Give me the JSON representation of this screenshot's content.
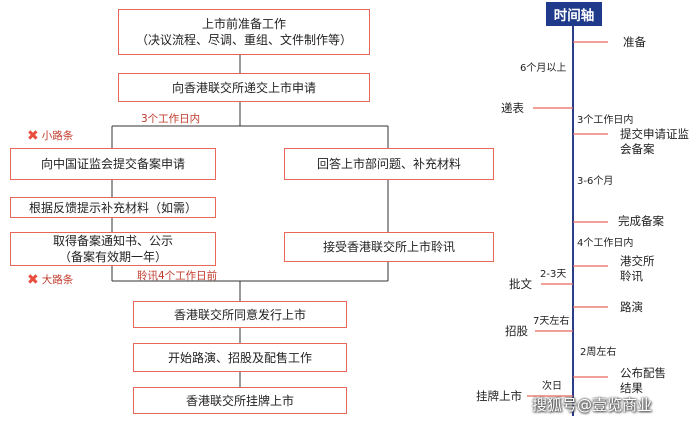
{
  "flow": {
    "step_prep": "上市前准备工作\n（决议流程、尽调、重组、文件制作等）",
    "step_submit_hk": "向香港联交所递交上市申请",
    "note_3days": "3个工作日内",
    "small_route": "小路条",
    "step_csrc": "向中国证监会提交备案申请",
    "step_feedback": "根据反馈提示补充材料（如需）",
    "step_notice": "取得备案通知书、公示\n（备案有效期一年）",
    "big_route": "大路条",
    "step_answer": "回答上市部问题、补充材料",
    "step_hearing": "接受香港联交所上市聆讯",
    "note_hearing": "聆讯4个工作日前",
    "step_approve": "香港联交所同意发行上市",
    "step_roadshow": "开始路演、招股及配售工作",
    "step_listing": "香港联交所挂牌上市"
  },
  "timeline": {
    "title": "时间轴",
    "events_right": [
      "准备",
      "提交申请证监\n会备案",
      "完成备案",
      "港交所\n聆讯",
      "路演",
      "公布配售\n结果"
    ],
    "events_left": [
      "递表",
      "批文",
      "招股",
      "挂牌上市"
    ],
    "durations": [
      "6个月以上",
      "3个工作日内",
      "3-6个月",
      "4个工作日内",
      "2-3天",
      "7天左右",
      "2周左右",
      "次日"
    ]
  },
  "watermark": "搜狐号@壹览商业"
}
